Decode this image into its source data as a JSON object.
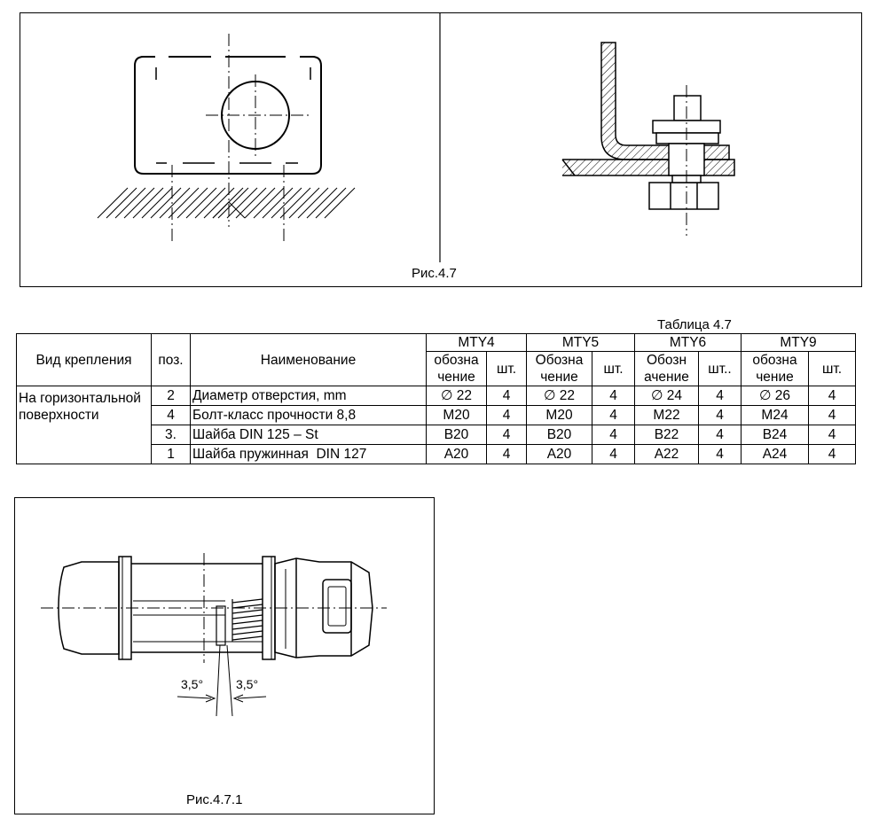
{
  "figures": {
    "fig1_caption": "Рис.4.7",
    "fig2_caption": "Рис.4.7.1",
    "angle_left": "3,5°",
    "angle_right": "3,5°"
  },
  "table": {
    "title": "Таблица 4.7",
    "headers": {
      "mount_type": "Вид крепления",
      "pos": "поз.",
      "name": "Наименование",
      "models": [
        "MTY4",
        "MTY5",
        "MTY6",
        "MTY9"
      ],
      "designation": [
        "обозна чение",
        "Обозна чение",
        "Обозн ачение",
        "обозна чение"
      ],
      "qty": [
        "шт.",
        "шт.",
        "шт..",
        "шт."
      ]
    },
    "mount_type_value": "На горизонтальной поверхности",
    "rows": [
      {
        "pos": "2",
        "name": "Диаметр отверстия, mm",
        "vals": [
          "∅ 22",
          "4",
          "∅ 22",
          "4",
          "∅ 24",
          "4",
          "∅ 26",
          "4"
        ]
      },
      {
        "pos": "4",
        "name": "Болт-класс прочности 8,8",
        "vals": [
          "M20",
          "4",
          "M20",
          "4",
          "M22",
          "4",
          "M24",
          "4"
        ]
      },
      {
        "pos": "3.",
        "name": "Шайба DIN 125 – St",
        "vals": [
          "B20",
          "4",
          "B20",
          "4",
          "B22",
          "4",
          "B24",
          "4"
        ]
      },
      {
        "pos": "1",
        "name": "Шайба пружинная  DIN 127",
        "vals": [
          "A20",
          "4",
          "A20",
          "4",
          "A22",
          "4",
          "A24",
          "4"
        ]
      }
    ]
  }
}
